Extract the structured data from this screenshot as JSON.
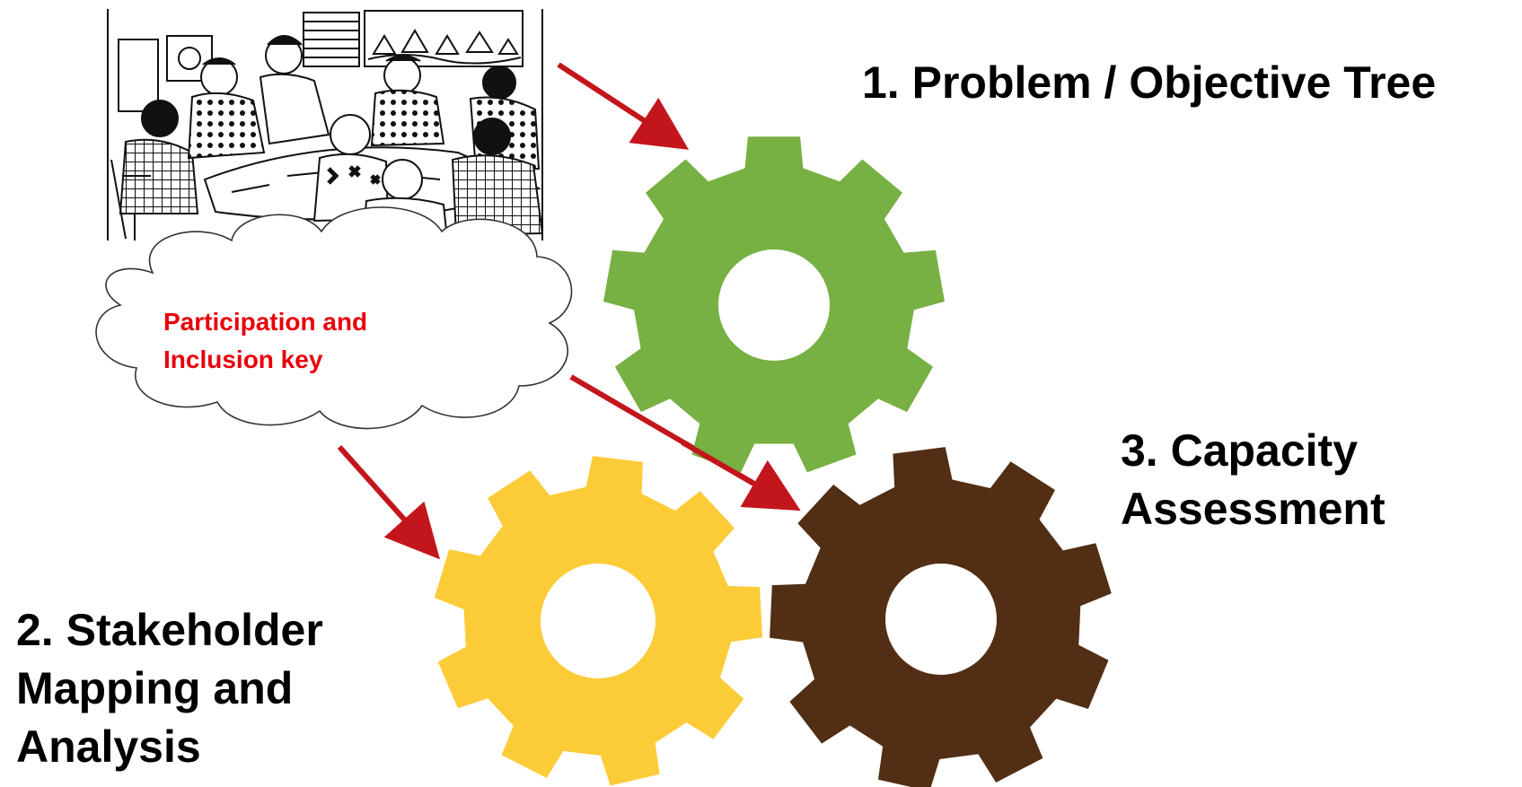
{
  "cloud": {
    "text_line1": "Participation and",
    "text_line2": "Inclusion key",
    "text_color": "#e8000b"
  },
  "steps": [
    {
      "label": "1. Problem / Objective Tree",
      "gear_color": "#77b043"
    },
    {
      "label_lines": [
        "2. Stakeholder",
        "Mapping and",
        "Analysis"
      ],
      "gear_color": "#fccb38"
    },
    {
      "label_lines": [
        "3. Capacity",
        "Assessment"
      ],
      "gear_color": "#512e14"
    }
  ],
  "arrow_color": "#c3161c",
  "illustration": {
    "subject": "community-meeting-sketch"
  }
}
